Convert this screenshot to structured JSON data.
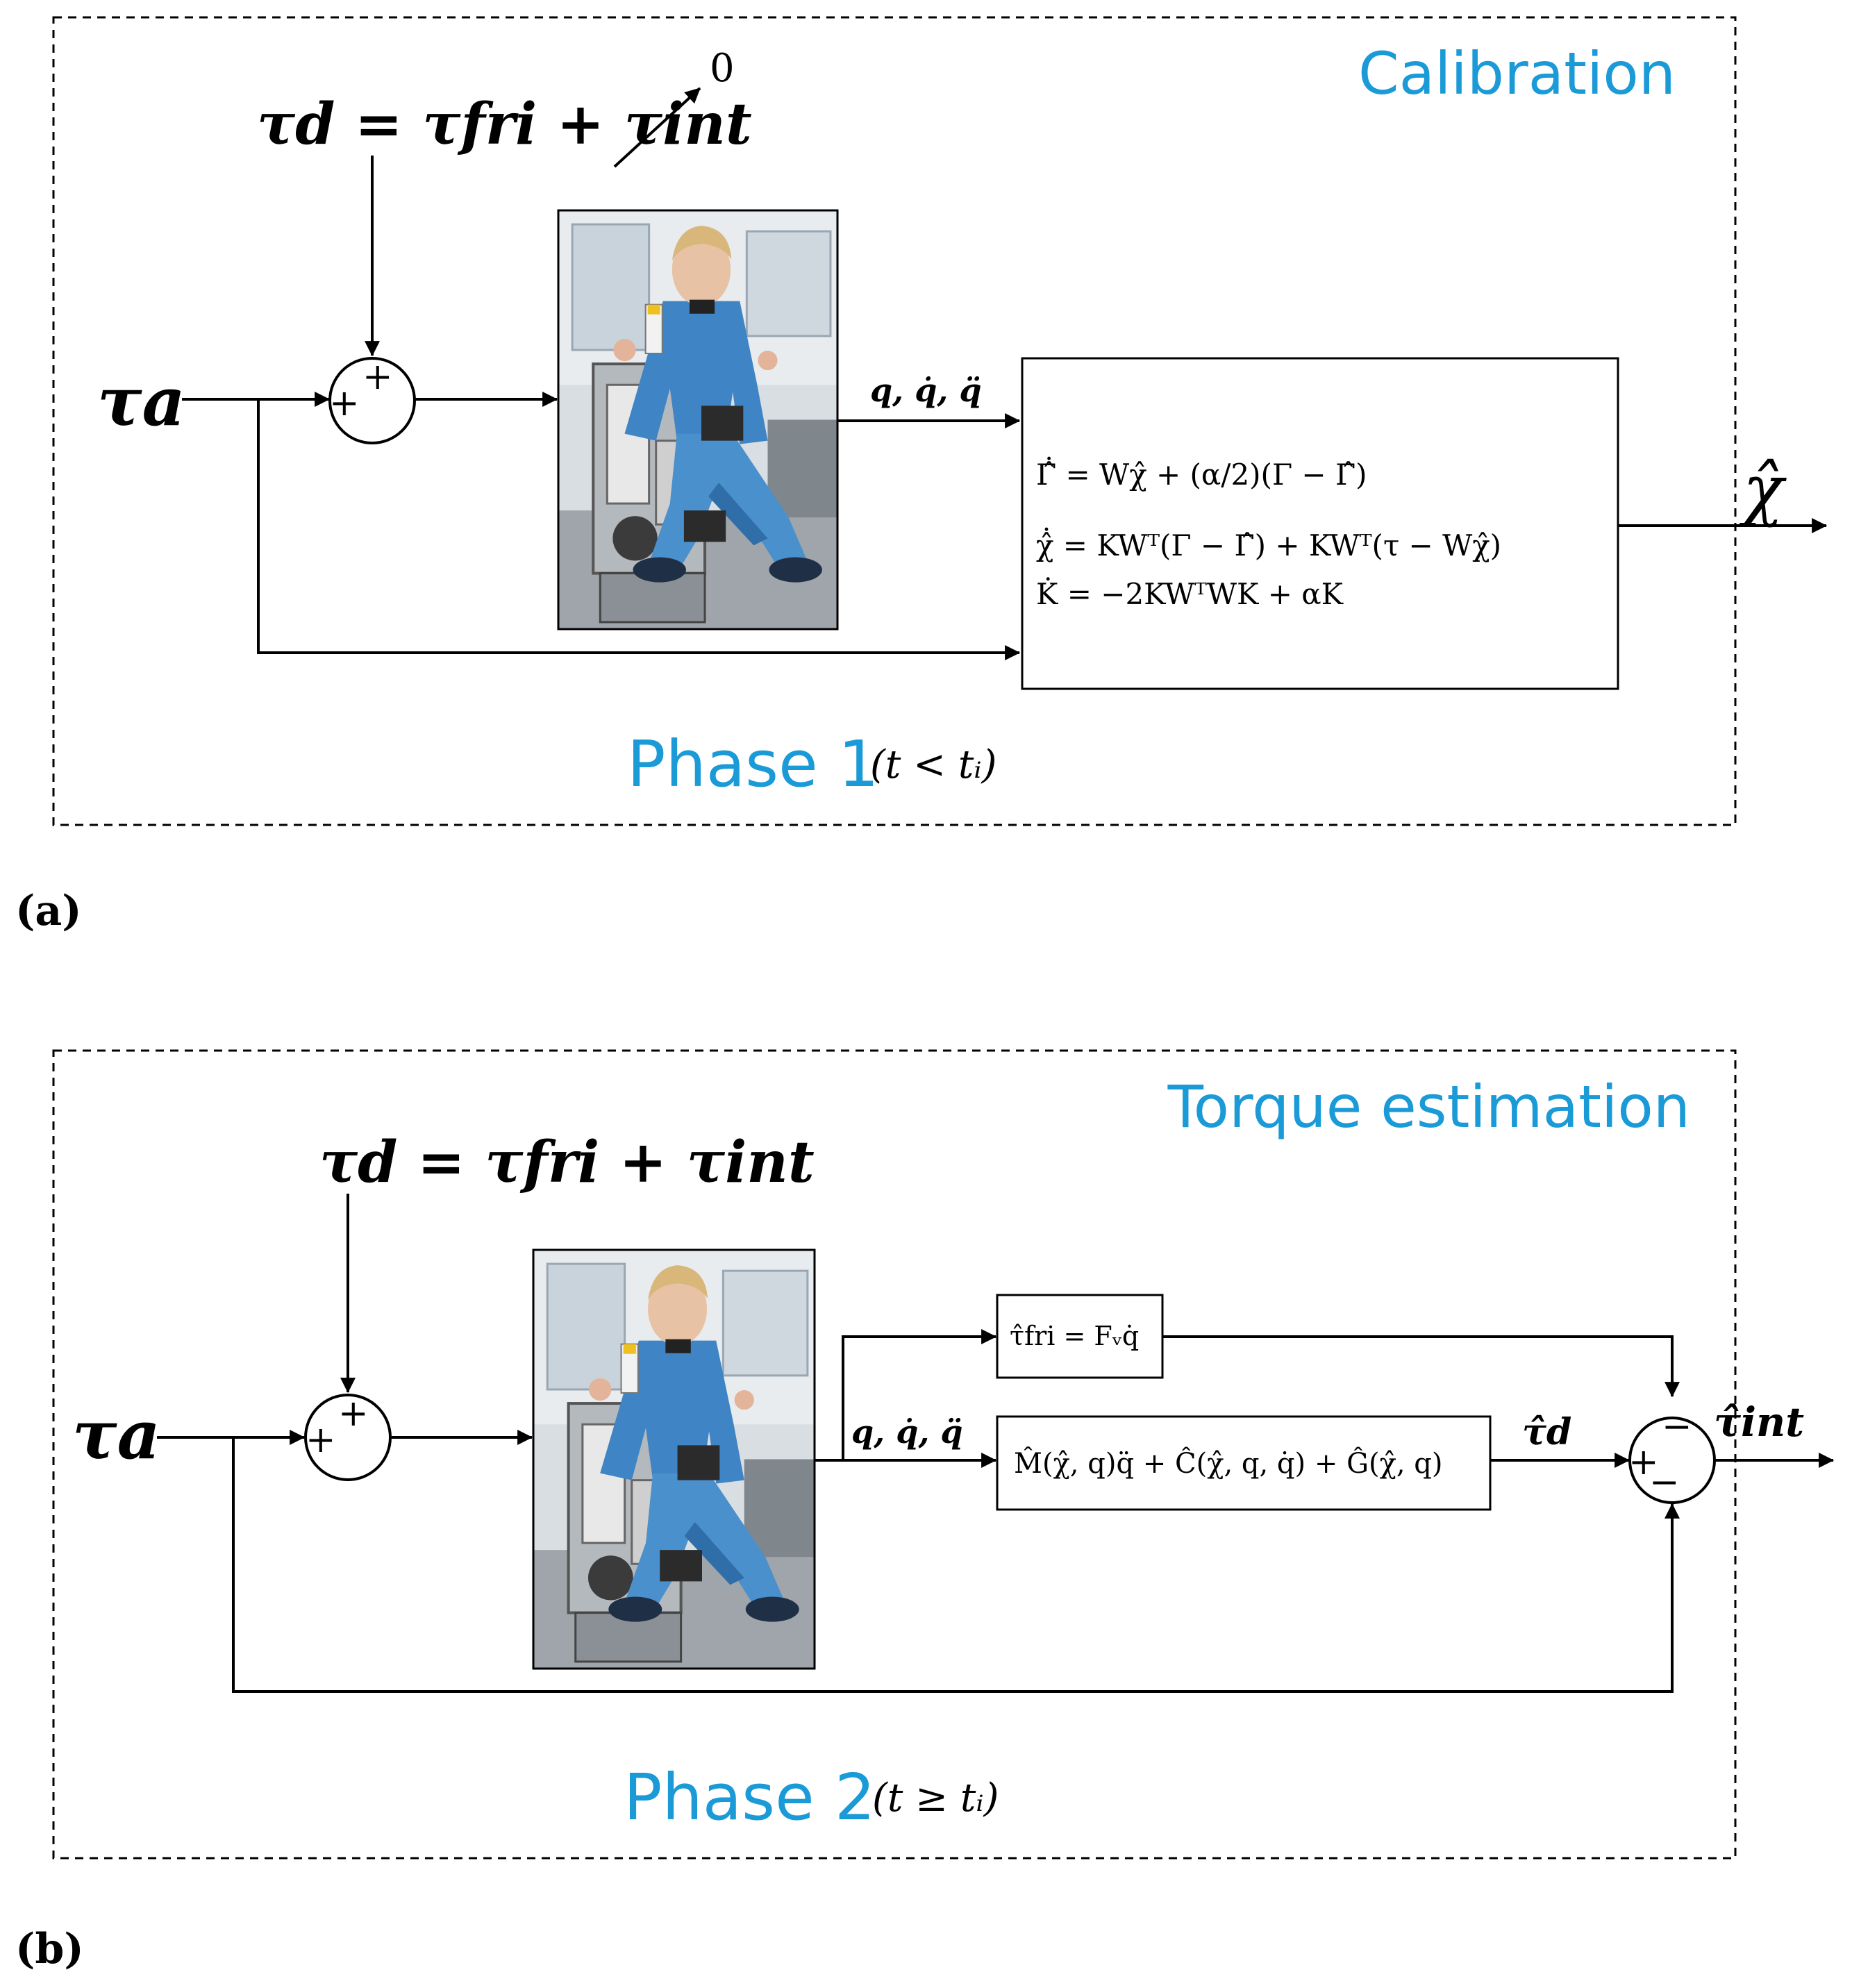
{
  "panel_a": {
    "title": "Calibration",
    "phase_label": "Phase 1",
    "phase_condition": "(t < tᵢ)",
    "sub_label": "(a)",
    "disturbance_eq": "τd = τfri + τint",
    "zero_label": "0",
    "input_label": "τa",
    "sum_signs": [
      "+",
      "+"
    ],
    "signal_label": "q, q̇, q̈",
    "output_label": "χ̂",
    "adaptive_law": [
      "Γ̂̇ = Wχ̂ + (α/2)(Γ − Γ̂)",
      "χ̂̇ = KWᵀ(Γ − Γ̂) + KWᵀ(τ − Wχ̂)",
      "K̇ = −2KWᵀWK + αK"
    ],
    "adaptive_law_alpha": "α",
    "adaptive_law_two": "2"
  },
  "panel_b": {
    "title": "Torque estimation",
    "phase_label": "Phase 2",
    "phase_condition": "(t ≥ tᵢ)",
    "sub_label": "(b)",
    "disturbance_eq": "τd = τfri + τint",
    "input_label": "τa",
    "sum_signs": [
      "+",
      "+"
    ],
    "signal_label": "q, q̇, q̈",
    "friction_model": "τ̂fri = Fᵥq̇",
    "dynamics_model": "M̂(χ̂, q)q̈ + Ĉ(χ̂, q, q̇) + Ĝ(χ̂, q)",
    "estimate_label": "τ̂d",
    "output_label": "τ̂int",
    "diff_signs": [
      "+",
      "−",
      "−"
    ]
  },
  "colors": {
    "accent": "#1a9ad7",
    "line": "#000000"
  },
  "icons": [
    "robot-exoskeleton-photo"
  ]
}
